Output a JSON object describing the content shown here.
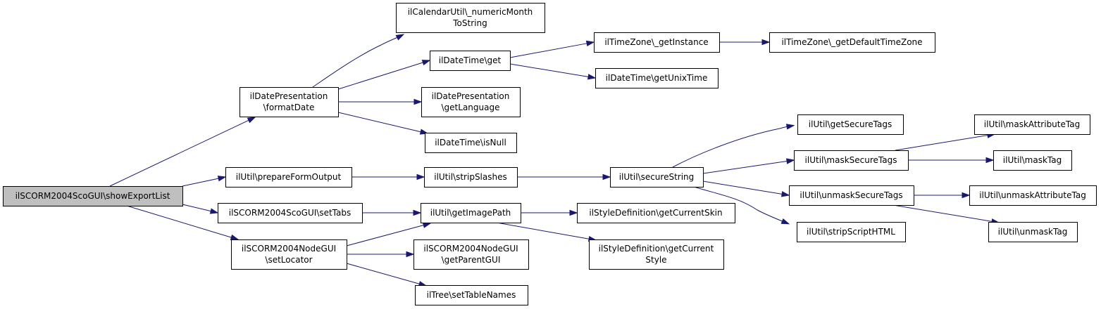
{
  "nodes": {
    "root": {
      "lines": [
        "ilSCORM2004ScoGUI\\showExportList"
      ],
      "root": true
    },
    "fmtdate": {
      "lines": [
        "ilDatePresentation",
        "\\formatDate"
      ]
    },
    "prepform": {
      "lines": [
        "ilUtil\\prepareFormOutput"
      ]
    },
    "settabs": {
      "lines": [
        "ilSCORM2004ScoGUI\\setTabs"
      ]
    },
    "setloc": {
      "lines": [
        "ilSCORM2004NodeGUI",
        "\\setLocator"
      ]
    },
    "calmonth": {
      "lines": [
        "ilCalendarUtil\\_numericMonth",
        "ToString"
      ]
    },
    "dtget": {
      "lines": [
        "ilDateTime\\get"
      ]
    },
    "getlang": {
      "lines": [
        "ilDatePresentation",
        "\\getLanguage"
      ]
    },
    "isnull": {
      "lines": [
        "ilDateTime\\isNull"
      ]
    },
    "stripslashes": {
      "lines": [
        "ilUtil\\stripSlashes"
      ]
    },
    "getimgpath": {
      "lines": [
        "ilUtil\\getImagePath"
      ]
    },
    "parentgui": {
      "lines": [
        "ilSCORM2004NodeGUI",
        "\\getParentGUI"
      ]
    },
    "tablenames": {
      "lines": [
        "ilTree\\setTableNames"
      ]
    },
    "tzinst": {
      "lines": [
        "ilTimeZone\\_getInstance"
      ]
    },
    "unixtime": {
      "lines": [
        "ilDateTime\\getUnixTime"
      ]
    },
    "securestr": {
      "lines": [
        "ilUtil\\secureString"
      ]
    },
    "curskin": {
      "lines": [
        "ilStyleDefinition\\getCurrentSkin"
      ]
    },
    "curstyle": {
      "lines": [
        "ilStyleDefinition\\getCurrent",
        "Style"
      ]
    },
    "deftz": {
      "lines": [
        "ilTimeZone\\_getDefaultTimeZone"
      ]
    },
    "getsectags": {
      "lines": [
        "ilUtil\\getSecureTags"
      ]
    },
    "masksec": {
      "lines": [
        "ilUtil\\maskSecureTags"
      ]
    },
    "unmasksec": {
      "lines": [
        "ilUtil\\unmaskSecureTags"
      ]
    },
    "stripscript": {
      "lines": [
        "ilUtil\\stripScriptHTML"
      ]
    },
    "maskattr": {
      "lines": [
        "ilUtil\\maskAttributeTag"
      ]
    },
    "masktag": {
      "lines": [
        "ilUtil\\maskTag"
      ]
    },
    "unmaskattr": {
      "lines": [
        "ilUtil\\unmaskAttributeTag"
      ]
    },
    "unmasktag": {
      "lines": [
        "ilUtil\\unmaskTag"
      ]
    }
  },
  "edges": [
    [
      "root",
      "fmtdate"
    ],
    [
      "root",
      "prepform"
    ],
    [
      "root",
      "settabs"
    ],
    [
      "root",
      "setloc"
    ],
    [
      "fmtdate",
      "calmonth"
    ],
    [
      "fmtdate",
      "dtget"
    ],
    [
      "fmtdate",
      "getlang"
    ],
    [
      "fmtdate",
      "isnull"
    ],
    [
      "dtget",
      "tzinst"
    ],
    [
      "dtget",
      "unixtime"
    ],
    [
      "tzinst",
      "deftz"
    ],
    [
      "prepform",
      "stripslashes"
    ],
    [
      "stripslashes",
      "securestr"
    ],
    [
      "securestr",
      "getsectags"
    ],
    [
      "securestr",
      "masksec"
    ],
    [
      "securestr",
      "unmasksec"
    ],
    [
      "securestr",
      "stripscript"
    ],
    [
      "masksec",
      "maskattr"
    ],
    [
      "masksec",
      "masktag"
    ],
    [
      "unmasksec",
      "unmaskattr"
    ],
    [
      "unmasksec",
      "unmasktag"
    ],
    [
      "settabs",
      "getimgpath"
    ],
    [
      "setloc",
      "getimgpath"
    ],
    [
      "setloc",
      "parentgui"
    ],
    [
      "setloc",
      "tablenames"
    ],
    [
      "getimgpath",
      "curskin"
    ],
    [
      "getimgpath",
      "curstyle"
    ]
  ],
  "colors": {
    "edge": "#191970",
    "border": "#000000",
    "root_fill": "#bfbfbf",
    "node_fill": "#ffffff"
  }
}
